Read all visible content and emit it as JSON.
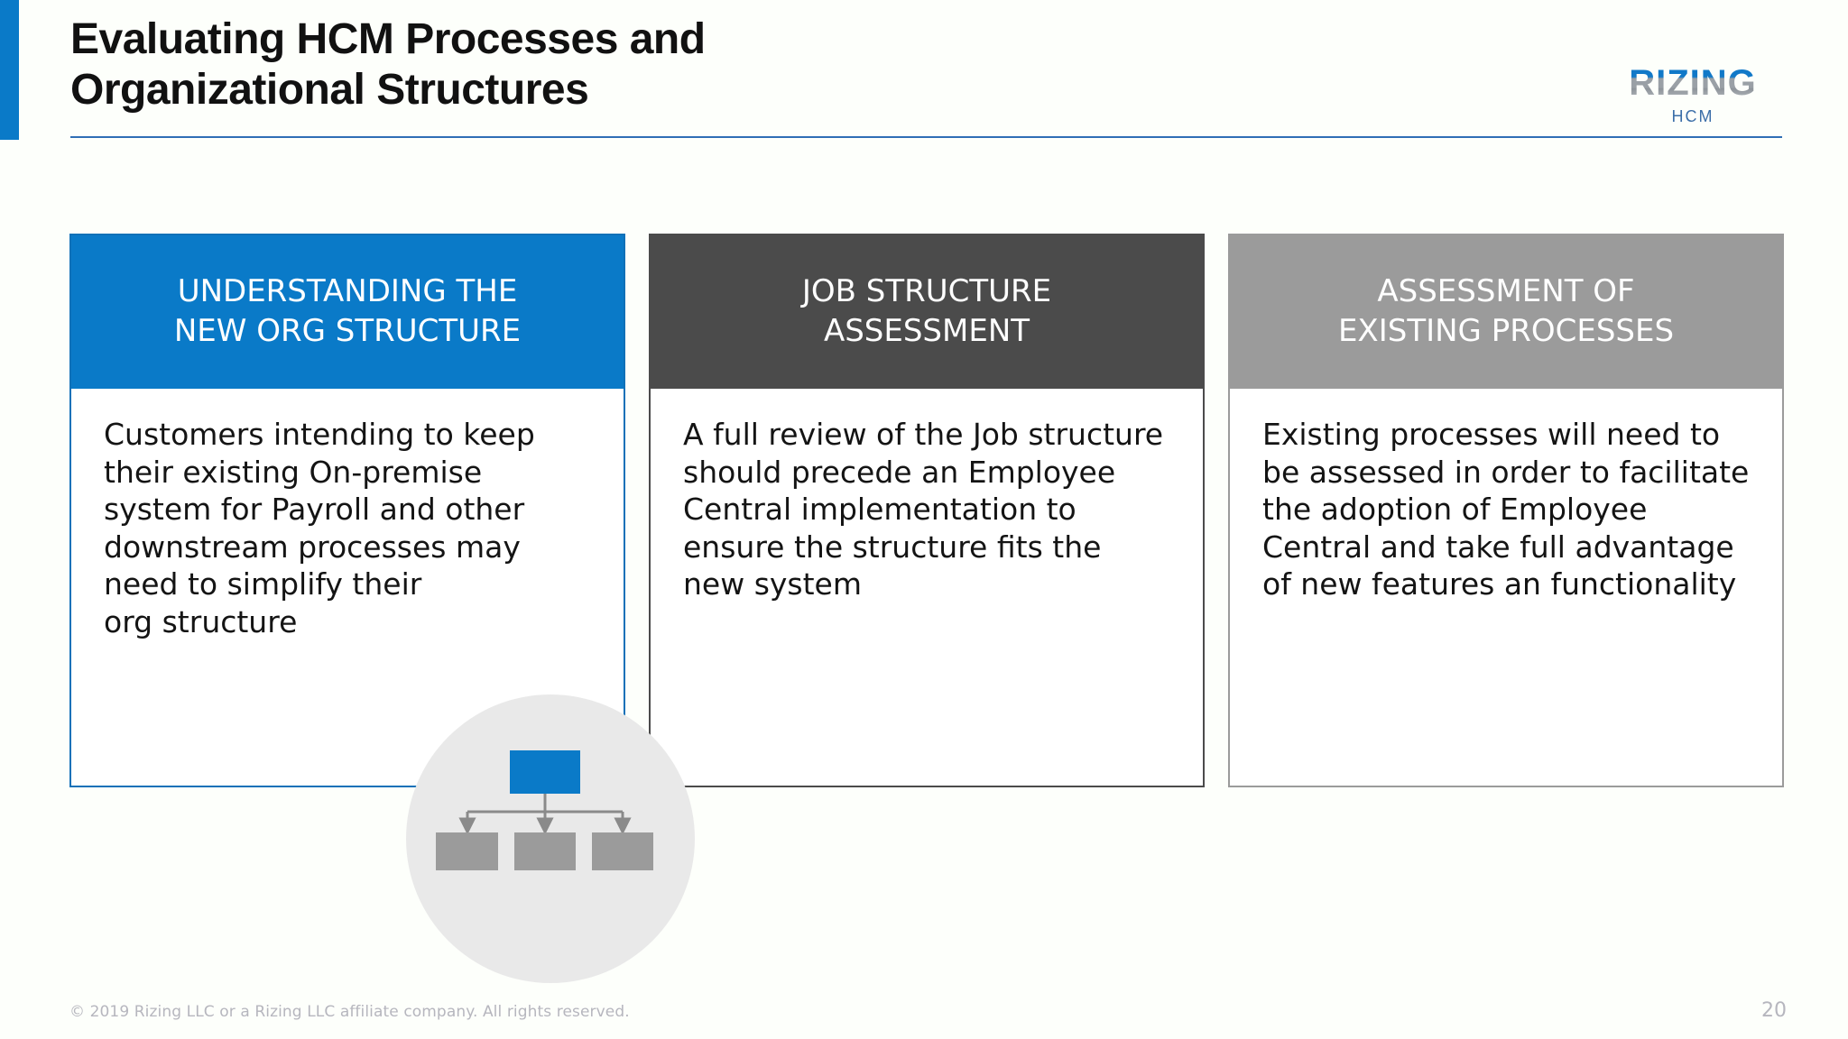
{
  "slide": {
    "title": "Evaluating HCM Processes and\nOrganizational Structures",
    "page_number": "20",
    "copyright": "© 2019 Rizing LLC or a Rizing LLC affiliate company. All rights reserved."
  },
  "logo": {
    "wordmark": "RIZING",
    "sub": "HCM",
    "brand_blue": "#1179c8",
    "brand_gray": "#9aa0a6",
    "sub_color": "#3b6ea8"
  },
  "colors": {
    "accent_blue": "#0a7ac8",
    "dark_gray": "#4b4b4b",
    "mid_gray": "#9b9b9b",
    "rule_blue": "#2f6fb5",
    "background": "#fdfffb",
    "footer_text": "#b6b6be"
  },
  "cards": [
    {
      "header": "UNDERSTANDING THE\nNEW ORG STRUCTURE",
      "body": "Customers intending to keep their existing On-premise system for Payroll and other downstream processes may need to simplify their\norg structure",
      "accent": "#0a7ac8"
    },
    {
      "header": "JOB STRUCTURE\nASSESSMENT",
      "body": "A full review of the Job structure should precede an Employee Central implementation to ensure the structure fits the\nnew system",
      "accent": "#4b4b4b"
    },
    {
      "header": "ASSESSMENT OF\nEXISTING PROCESSES",
      "body": "Existing processes will need to be assessed in order to facilitate the adoption of Employee Central and take full advantage of new features an functionality",
      "accent": "#9b9b9b"
    }
  ],
  "org_chart": {
    "circle_color": "#e9e9e9",
    "parent_color": "#0a7ac8",
    "child_color": "#9b9b9b",
    "connector_color": "#8a8a8a",
    "children_count": 3
  }
}
